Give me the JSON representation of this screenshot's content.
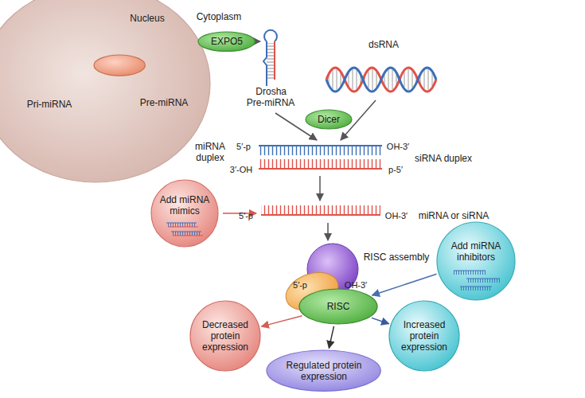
{
  "diagram": {
    "nodes": [
      {
        "text": [
          "Nucleus"
        ]
      },
      {
        "text": [
          "Drosha"
        ],
        "in": 0
      },
      {
        "text": [
          "EXPO5"
        ]
      },
      {
        "text": [
          "Dicer"
        ]
      },
      {
        "text": [
          "Add miRNA mimics"
        ]
      },
      {
        "text": [
          "Add miRNA inhibitors"
        ]
      },
      {
        "text": [
          "RISC"
        ]
      },
      {
        "text": [
          "Decreased protein expression"
        ]
      },
      {
        "text": [
          "Regulated protein expression"
        ]
      },
      {
        "text": [
          "Increased protein expression"
        ]
      }
    ],
    "edges": [
      {
        "from": 5,
        "to": 6,
        "arrow": "to"
      },
      {
        "from": 6,
        "to": 7,
        "arrow": "to"
      },
      {
        "from": 6,
        "to": 8,
        "arrow": "to"
      },
      {
        "from": 6,
        "to": 9,
        "arrow": "to"
      }
    ],
    "labels": [
      "Cytoplasm",
      "Pri-miRNA",
      "Pre-miRNA",
      "Pre-miRNA",
      "dsRNA",
      "miRNA duplex",
      "5′-p",
      "OH-3′",
      "siRNA duplex",
      "3′-OH",
      "p-5′",
      "5′-p",
      "OH-3′",
      "miRNA or siRNA",
      "RISC assembly",
      "5′-p",
      "OH-3′"
    ]
  }
}
